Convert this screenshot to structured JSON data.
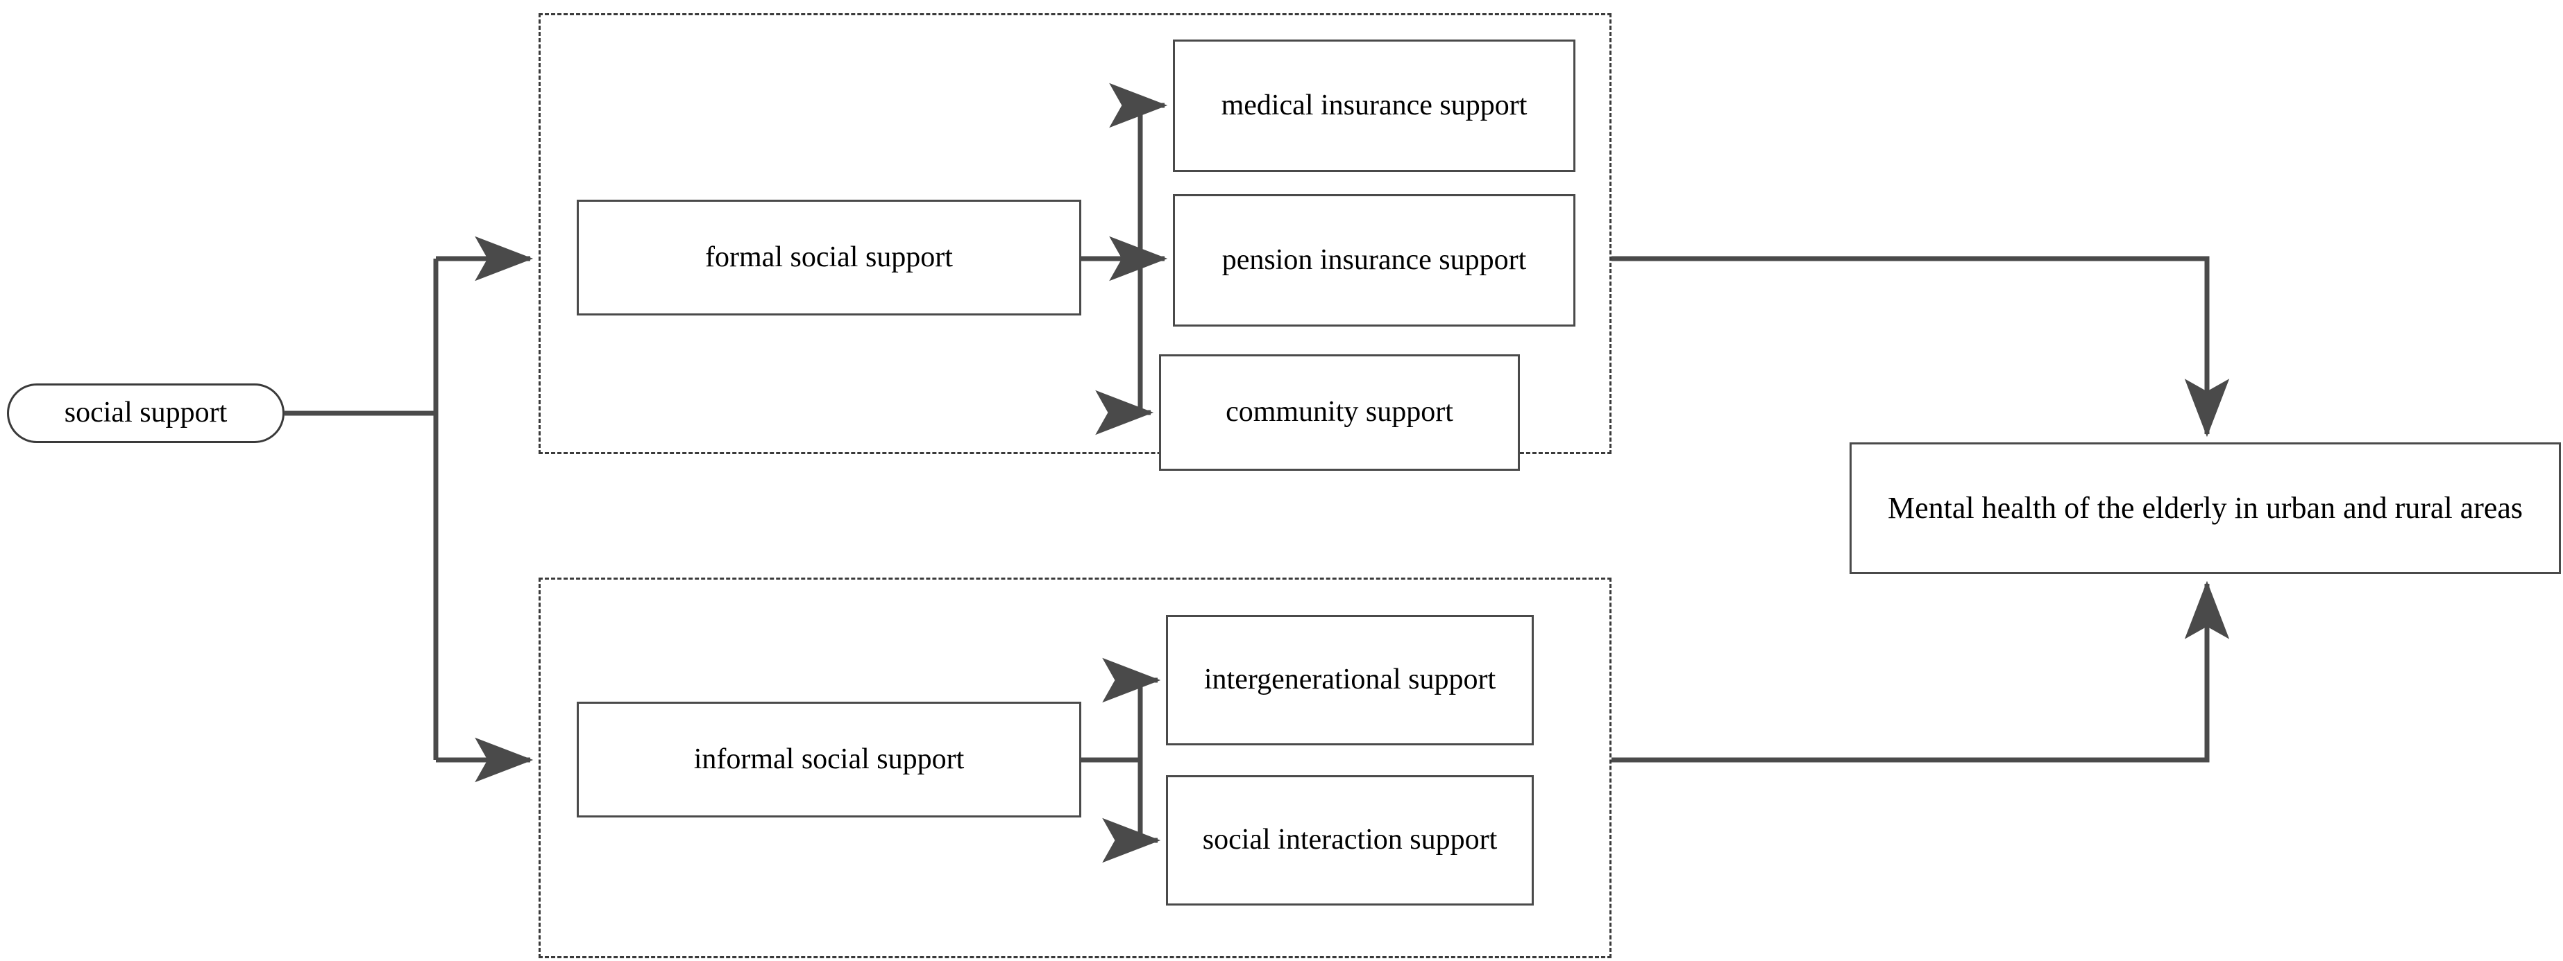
{
  "diagram": {
    "title": "social support and mental health of the elderly framework",
    "type": "flowchart",
    "root": {
      "id": "social-support",
      "label": "social support",
      "shape": "stadium"
    },
    "groups": [
      {
        "id": "formal-group",
        "style": "dashed-container",
        "parent": {
          "id": "formal-social-support",
          "label": "formal social support"
        },
        "children": [
          {
            "id": "medical-insurance-support",
            "label": "medical insurance support"
          },
          {
            "id": "pension-insurance-support",
            "label": "pension insurance support"
          },
          {
            "id": "community-support",
            "label": "community support"
          }
        ]
      },
      {
        "id": "informal-group",
        "style": "dashed-container",
        "parent": {
          "id": "informal-social-support",
          "label": "informal social support"
        },
        "children": [
          {
            "id": "intergenerational-support",
            "label": "intergenerational support"
          },
          {
            "id": "social-interaction-support",
            "label": "social interaction support"
          }
        ]
      }
    ],
    "outcome": {
      "id": "mental-health-outcome",
      "label": "Mental health of the elderly in urban and rural areas"
    },
    "edges": [
      {
        "from": "social-support",
        "to": "formal-group",
        "arrow": true
      },
      {
        "from": "social-support",
        "to": "informal-group",
        "arrow": true
      },
      {
        "from": "formal-social-support",
        "to": "medical-insurance-support",
        "arrow": true
      },
      {
        "from": "formal-social-support",
        "to": "pension-insurance-support",
        "arrow": true
      },
      {
        "from": "formal-social-support",
        "to": "community-support",
        "arrow": true
      },
      {
        "from": "informal-social-support",
        "to": "intergenerational-support",
        "arrow": true
      },
      {
        "from": "informal-social-support",
        "to": "social-interaction-support",
        "arrow": true
      },
      {
        "from": "formal-group",
        "to": "mental-health-outcome",
        "arrow": true
      },
      {
        "from": "informal-group",
        "to": "mental-health-outcome",
        "arrow": true
      }
    ],
    "colors": {
      "stroke": "#4a4a4a",
      "dashed_stroke": "#3a3a3a",
      "text": "#000000",
      "background": "#ffffff"
    }
  }
}
